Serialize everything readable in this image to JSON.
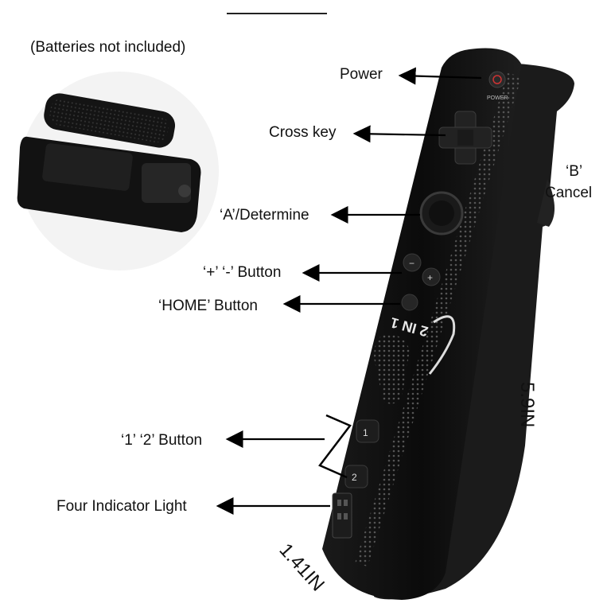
{
  "batteries_note": "(Batteries not included)",
  "labels": {
    "power": "Power",
    "cross_key": "Cross key",
    "b_line1": "‘B’",
    "b_line2": "Cancel",
    "a_determine": "‘A’/Determine",
    "plus_minus": "‘+’ ‘-’ Button",
    "home": "‘HOME’ Button",
    "one_two": "‘1’ ‘2’ Button",
    "indicator": "Four Indicator Light"
  },
  "dimensions": {
    "height": "5.9IN",
    "width": "1.41IN"
  },
  "device_text": {
    "power_small": "POWER",
    "brand": "2 IN 1",
    "btn1": "1",
    "btn2": "2",
    "plus": "+",
    "minus": "−"
  },
  "colors": {
    "device_body": "#111111",
    "device_edge": "#2a2a2a",
    "arrow": "#000000",
    "background": "#ffffff",
    "inset_bg": "#f4f4f4"
  }
}
